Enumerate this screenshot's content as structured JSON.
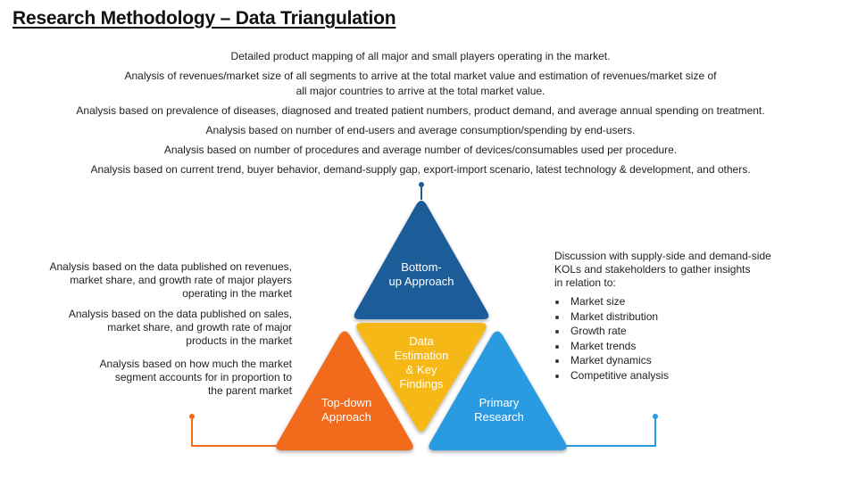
{
  "title": "Research Methodology – Data Triangulation",
  "top_lines": [
    "Detailed product mapping of all major and small players operating in the market.",
    "Analysis of revenues/market size of all segments to arrive at the total market value and estimation of revenues/market size of",
    "all major countries to arrive at the total market value.",
    "Analysis based on prevalence of diseases, diagnosed and treated patient numbers, product demand, and average annual spending on treatment.",
    "Analysis based on number of end-users and average consumption/spending by end-users.",
    "Analysis based on number of procedures and average number of devices/consumables used per procedure.",
    "Analysis based on current trend, buyer behavior, demand-supply gap, export-import scenario, latest technology & development, and others."
  ],
  "left_blocks": [
    "Analysis based on the data published on revenues,\nmarket share, and growth rate of major players\noperating in the market",
    "Analysis based on the data published on sales,\nmarket share, and growth rate of major\nproducts in the market",
    "Analysis based on how much the market\nsegment accounts for in proportion to\nthe parent market"
  ],
  "right_intro": "Discussion with supply-side and demand-side\nKOLs and stakeholders to gather insights\nin relation to:",
  "right_bullets": [
    "Market size",
    "Market distribution",
    "Growth rate",
    "Market trends",
    "Market dynamics",
    "Competitive analysis"
  ],
  "triangles": {
    "top": {
      "label": "Bottom-\nup Approach",
      "color": "#1d5c99"
    },
    "center": {
      "label": "Data\nEstimation\n& Key\nFindings",
      "color": "#f5b818"
    },
    "left": {
      "label": "Top-down\nApproach",
      "color": "#f26b1d"
    },
    "right": {
      "label": "Primary\nResearch",
      "color": "#2a9be0"
    }
  },
  "connector_colors": {
    "top": "#1d5c99",
    "left": "#f26b1d",
    "right": "#2a9be0"
  }
}
